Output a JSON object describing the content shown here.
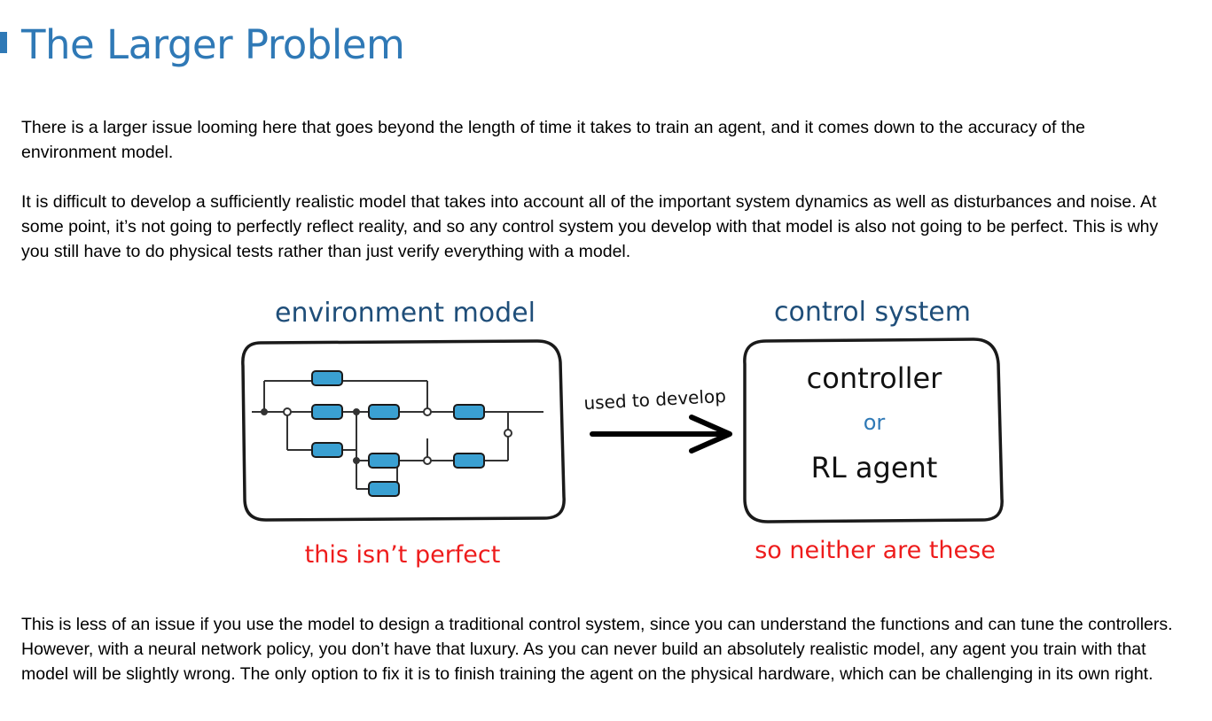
{
  "title": "The Larger Problem",
  "paragraphs": [
    "There is a larger issue looming here that goes beyond the length of time it takes to train an agent, and it comes down to the accuracy of the environment model.",
    "It is difficult to develop a sufficiently realistic model that takes into account all of the important system dynamics as well as disturbances and noise. At some point, it’s not going to perfectly reflect reality, and so any control system you develop with that model is also not going to be perfect. This is why you still have to do physical tests rather than just verify everything with a model.",
    "This is less of an issue if you use the model to design a traditional control system, since you can understand the functions and can tune the controllers. However, with a neural network policy, you don’t have that luxury. As you can never build an absolutely realistic model, any agent you train with that model will be slightly wrong. The only option to fix it is to finish training the agent on the physical hardware, which can be challenging in its own right."
  ],
  "figure": {
    "left_heading": "environment model",
    "right_heading": "control system",
    "arrow_label": "used to develop",
    "box_line1": "controller",
    "box_or": "or",
    "box_line2": "RL agent",
    "left_caption": "this isn’t perfect",
    "right_caption": "so neither are these"
  },
  "colors": {
    "title": "#2f79b6",
    "heading": "#1f4e79",
    "block_fill": "#3aa0d2",
    "caption_red": "#ee1c1c",
    "or_blue": "#2f79b6"
  }
}
